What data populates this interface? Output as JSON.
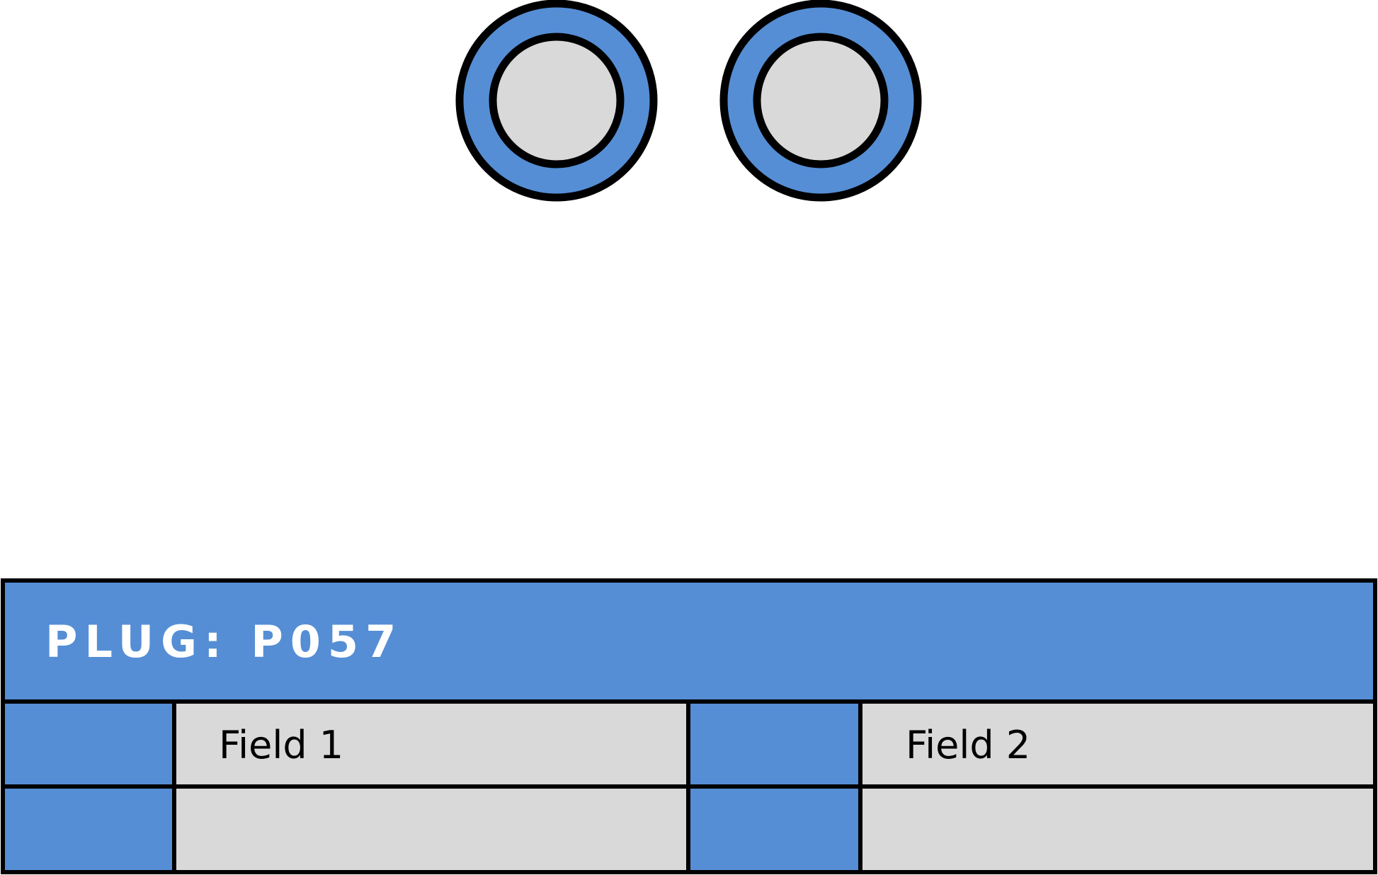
{
  "plug": {
    "title": "PLUG: P057",
    "pin_count": 2
  },
  "table": {
    "rows": [
      {
        "field1": "Field 1",
        "field2": "Field 2"
      },
      {
        "field1": "",
        "field2": ""
      }
    ]
  },
  "colors": {
    "accent": "#558ed5",
    "cell_fill": "#d9d9d9",
    "stroke": "#000000",
    "title_text": "#ffffff"
  }
}
